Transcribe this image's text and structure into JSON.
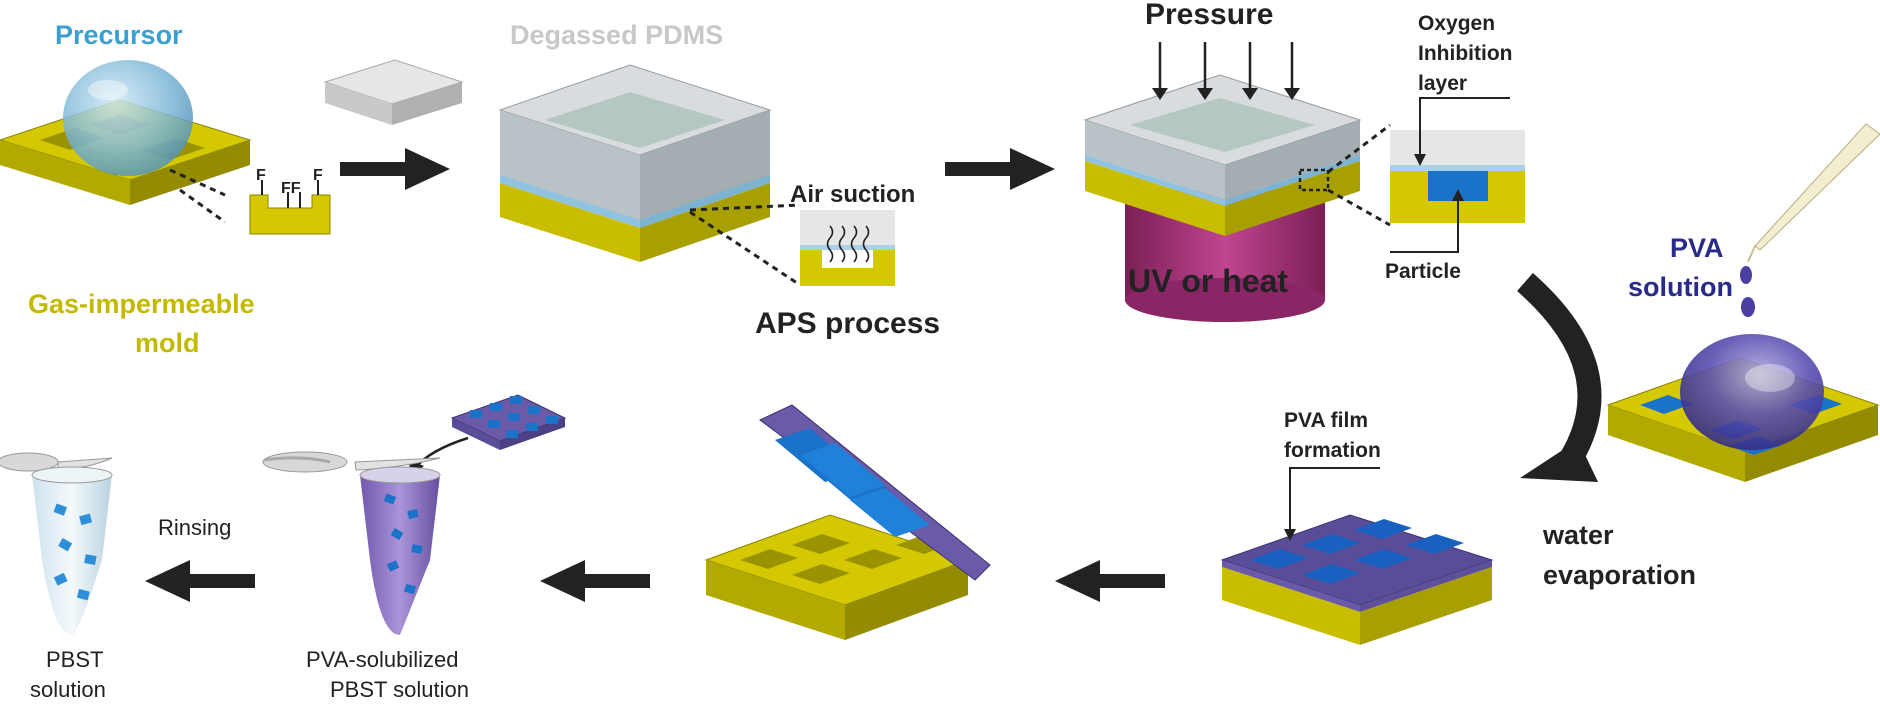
{
  "labels": {
    "precursor": "Precursor",
    "degassed_pdms": "Degassed PDMS",
    "pressure": "Pressure",
    "oxygen_line1": "Oxygen",
    "oxygen_line2": "Inhibition",
    "oxygen_line3": "layer",
    "air_suction": "Air suction",
    "aps_process": "APS process",
    "gas_mold_line1": "Gas-impermeable",
    "gas_mold_line2": "mold",
    "uv_heat": "UV or heat",
    "particle": "Particle",
    "pva_line1": "PVA",
    "pva_line2": "solution",
    "water_line1": "water",
    "water_line2": "evaporation",
    "pva_film_line1": "PVA film",
    "pva_film_line2": "formation",
    "rinsing": "Rinsing",
    "pbst_line1": "PBST",
    "pbst_line2": "solution",
    "pva_sol_line1": "PVA-solubilized",
    "pva_sol_line2": "PBST solution",
    "f": "F",
    "ff": "FF"
  },
  "colors": {
    "mold_yellow": "#d4c900",
    "mold_side": "#a9a000",
    "precursor_blue": "#3b9fd2",
    "pdms_gray": "#c9c9c9",
    "pva_purple": "#6b5aa8",
    "particle_blue": "#1a72c9",
    "uv_magenta": "#b0307a",
    "pva_label": "#2a2a8a",
    "arrow": "#222222"
  }
}
